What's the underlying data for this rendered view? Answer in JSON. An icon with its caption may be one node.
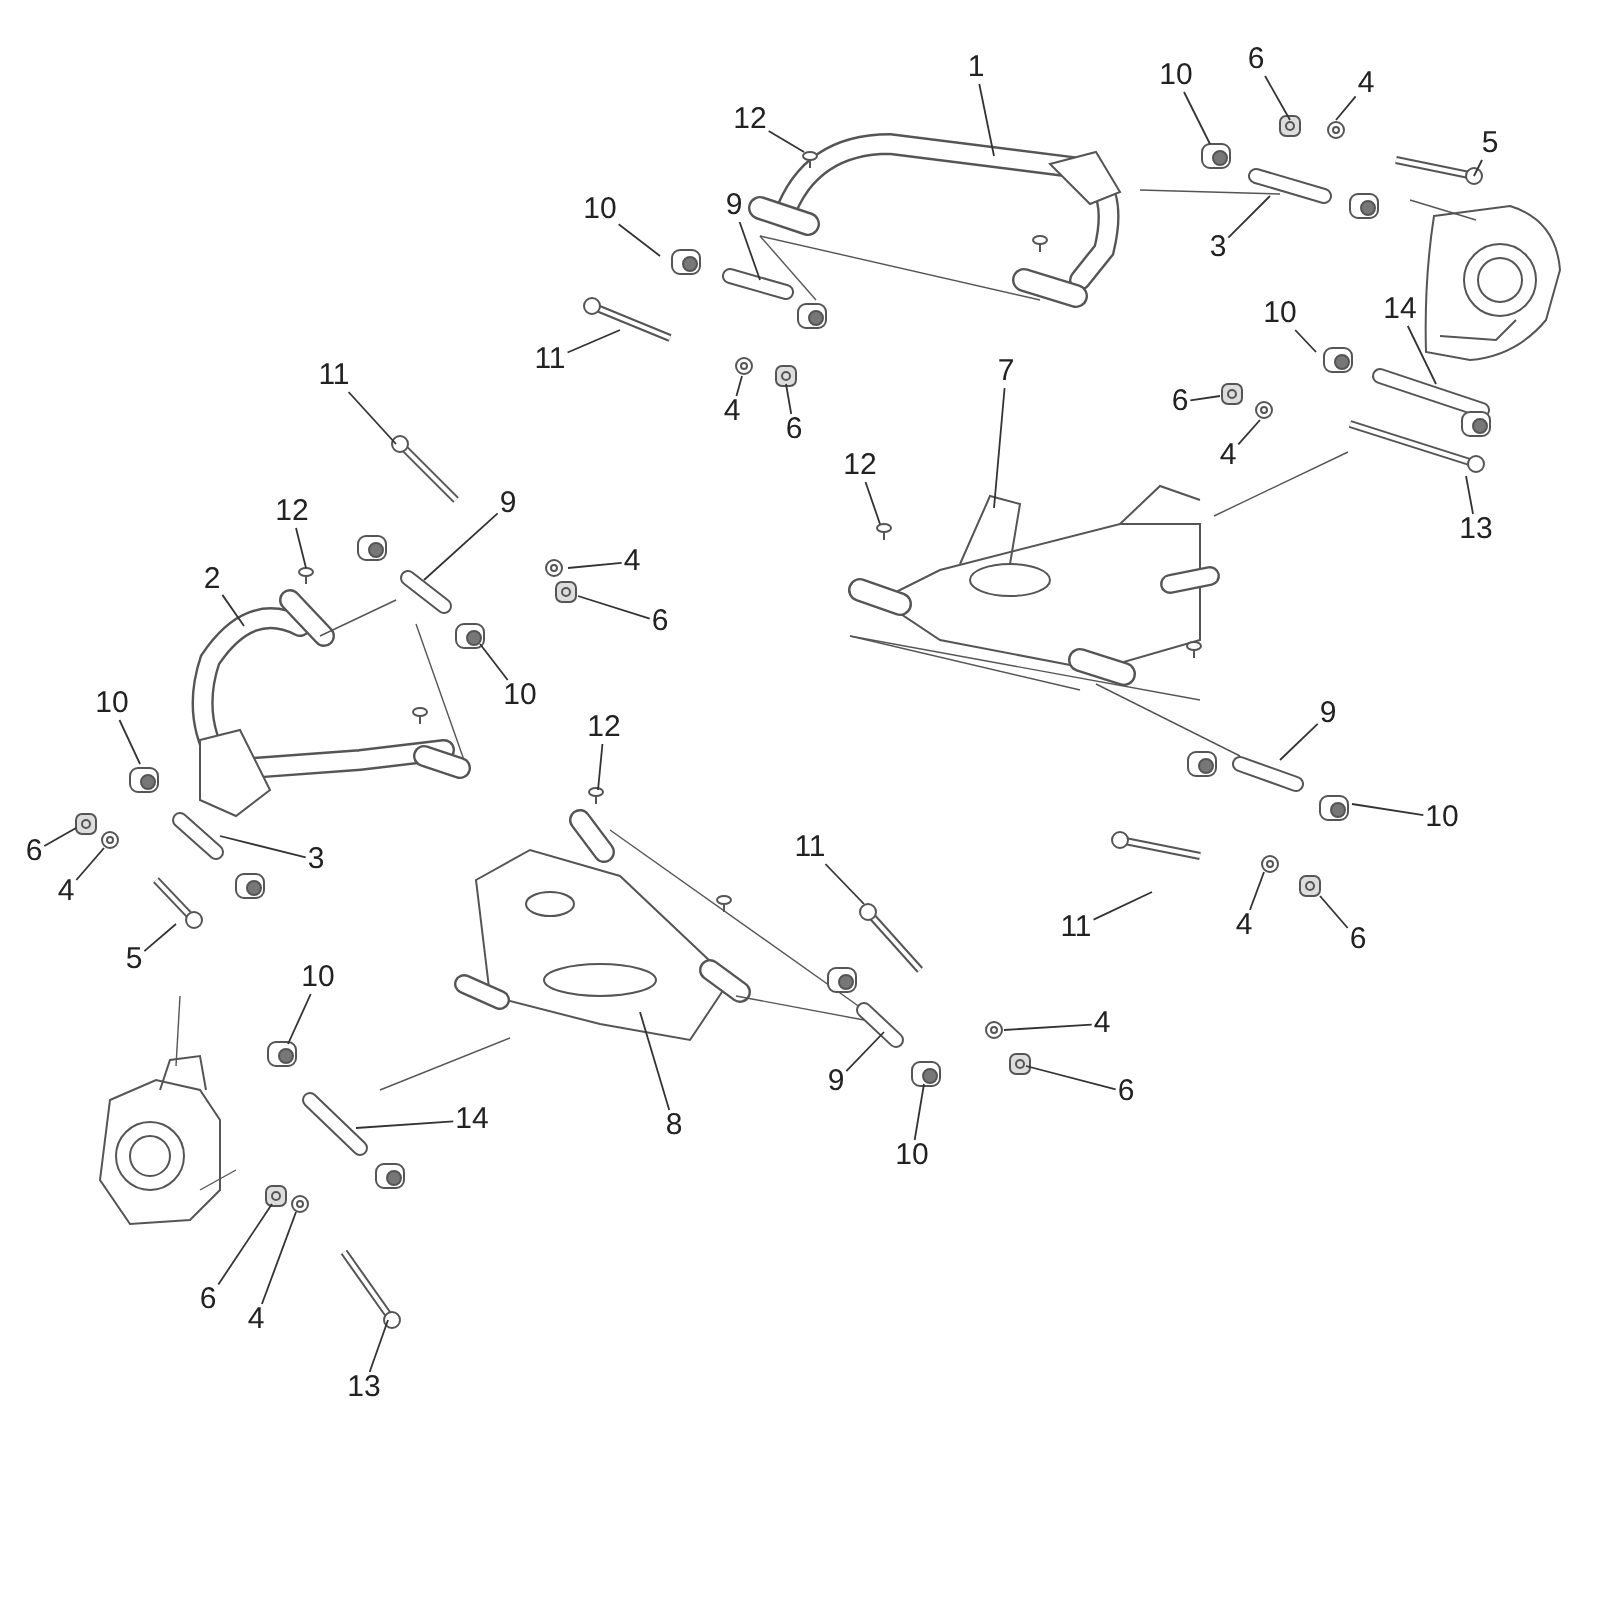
{
  "diagram": {
    "nodes": [
      {
        "text": [
          "1"
        ]
      },
      {
        "text": [
          "12"
        ]
      },
      {
        "text": [
          "10"
        ]
      },
      {
        "text": [
          "6"
        ]
      },
      {
        "text": [
          "4"
        ]
      },
      {
        "text": [
          "5"
        ]
      },
      {
        "text": [
          "10"
        ]
      },
      {
        "text": [
          "9"
        ]
      },
      {
        "text": [
          "3"
        ]
      },
      {
        "text": [
          "11"
        ]
      },
      {
        "text": [
          "4"
        ]
      },
      {
        "text": [
          "6"
        ]
      },
      {
        "text": [
          "10"
        ]
      },
      {
        "text": [
          "14"
        ]
      },
      {
        "text": [
          "6"
        ]
      },
      {
        "text": [
          "4"
        ]
      },
      {
        "text": [
          "7"
        ]
      },
      {
        "text": [
          "12"
        ]
      },
      {
        "text": [
          "13"
        ]
      },
      {
        "text": [
          "11"
        ]
      },
      {
        "text": [
          "9"
        ]
      },
      {
        "text": [
          "12"
        ]
      },
      {
        "text": [
          "4"
        ]
      },
      {
        "text": [
          "6"
        ]
      },
      {
        "text": [
          "2"
        ]
      },
      {
        "text": [
          "10"
        ]
      },
      {
        "text": [
          "10"
        ]
      },
      {
        "text": [
          "3"
        ]
      },
      {
        "text": [
          "6"
        ]
      },
      {
        "text": [
          "4"
        ]
      },
      {
        "text": [
          "5"
        ]
      },
      {
        "text": [
          "12"
        ]
      },
      {
        "text": [
          "9"
        ]
      },
      {
        "text": [
          "10"
        ]
      },
      {
        "text": [
          "11"
        ]
      },
      {
        "text": [
          "4"
        ]
      },
      {
        "text": [
          "6"
        ]
      },
      {
        "text": [
          "11"
        ]
      },
      {
        "text": [
          "10"
        ]
      },
      {
        "text": [
          "14"
        ]
      },
      {
        "text": [
          "8"
        ]
      },
      {
        "text": [
          "9"
        ]
      },
      {
        "text": [
          "4"
        ]
      },
      {
        "text": [
          "6"
        ]
      },
      {
        "text": [
          "10"
        ]
      },
      {
        "text": [
          "6"
        ]
      },
      {
        "text": [
          "4"
        ]
      },
      {
        "text": [
          "13"
        ]
      }
    ],
    "edges": [
      {
        "from": 0,
        "to": null,
        "arrow": "none"
      },
      {
        "from": 1,
        "to": null,
        "arrow": "none"
      },
      {
        "from": 2,
        "to": null,
        "arrow": "none"
      },
      {
        "from": 3,
        "to": null,
        "arrow": "none"
      },
      {
        "from": 4,
        "to": null,
        "arrow": "none"
      },
      {
        "from": 5,
        "to": null,
        "arrow": "none"
      },
      {
        "from": 6,
        "to": null,
        "arrow": "none"
      },
      {
        "from": 7,
        "to": null,
        "arrow": "none"
      },
      {
        "from": 8,
        "to": null,
        "arrow": "none"
      },
      {
        "from": 9,
        "to": null,
        "arrow": "none"
      },
      {
        "from": 10,
        "to": null,
        "arrow": "none"
      },
      {
        "from": 11,
        "to": null,
        "arrow": "none"
      },
      {
        "from": 12,
        "to": null,
        "arrow": "none"
      },
      {
        "from": 13,
        "to": null,
        "arrow": "none"
      },
      {
        "from": 14,
        "to": null,
        "arrow": "none"
      },
      {
        "from": 15,
        "to": null,
        "arrow": "none"
      },
      {
        "from": 16,
        "to": null,
        "arrow": "none"
      },
      {
        "from": 17,
        "to": null,
        "arrow": "none"
      },
      {
        "from": 18,
        "to": null,
        "arrow": "none"
      },
      {
        "from": 19,
        "to": null,
        "arrow": "none"
      },
      {
        "from": 20,
        "to": null,
        "arrow": "none"
      },
      {
        "from": 21,
        "to": null,
        "arrow": "none"
      },
      {
        "from": 22,
        "to": null,
        "arrow": "none"
      },
      {
        "from": 23,
        "to": null,
        "arrow": "none"
      },
      {
        "from": 24,
        "to": null,
        "arrow": "none"
      },
      {
        "from": 25,
        "to": null,
        "arrow": "none"
      },
      {
        "from": 26,
        "to": null,
        "arrow": "none"
      },
      {
        "from": 27,
        "to": null,
        "arrow": "none"
      },
      {
        "from": 28,
        "to": null,
        "arrow": "none"
      },
      {
        "from": 29,
        "to": null,
        "arrow": "none"
      },
      {
        "from": 30,
        "to": null,
        "arrow": "none"
      },
      {
        "from": 31,
        "to": null,
        "arrow": "none"
      },
      {
        "from": 32,
        "to": null,
        "arrow": "none"
      },
      {
        "from": 33,
        "to": null,
        "arrow": "none"
      },
      {
        "from": 34,
        "to": null,
        "arrow": "none"
      },
      {
        "from": 35,
        "to": null,
        "arrow": "none"
      },
      {
        "from": 36,
        "to": null,
        "arrow": "none"
      },
      {
        "from": 37,
        "to": null,
        "arrow": "none"
      },
      {
        "from": 38,
        "to": null,
        "arrow": "none"
      },
      {
        "from": 39,
        "to": null,
        "arrow": "none"
      },
      {
        "from": 40,
        "to": null,
        "arrow": "none"
      },
      {
        "from": 41,
        "to": null,
        "arrow": "none"
      },
      {
        "from": 42,
        "to": null,
        "arrow": "none"
      },
      {
        "from": 43,
        "to": null,
        "arrow": "none"
      },
      {
        "from": 44,
        "to": null,
        "arrow": "none"
      },
      {
        "from": 45,
        "to": null,
        "arrow": "none"
      },
      {
        "from": 46,
        "to": null,
        "arrow": "none"
      },
      {
        "from": 47,
        "to": null,
        "arrow": "none"
      }
    ]
  }
}
